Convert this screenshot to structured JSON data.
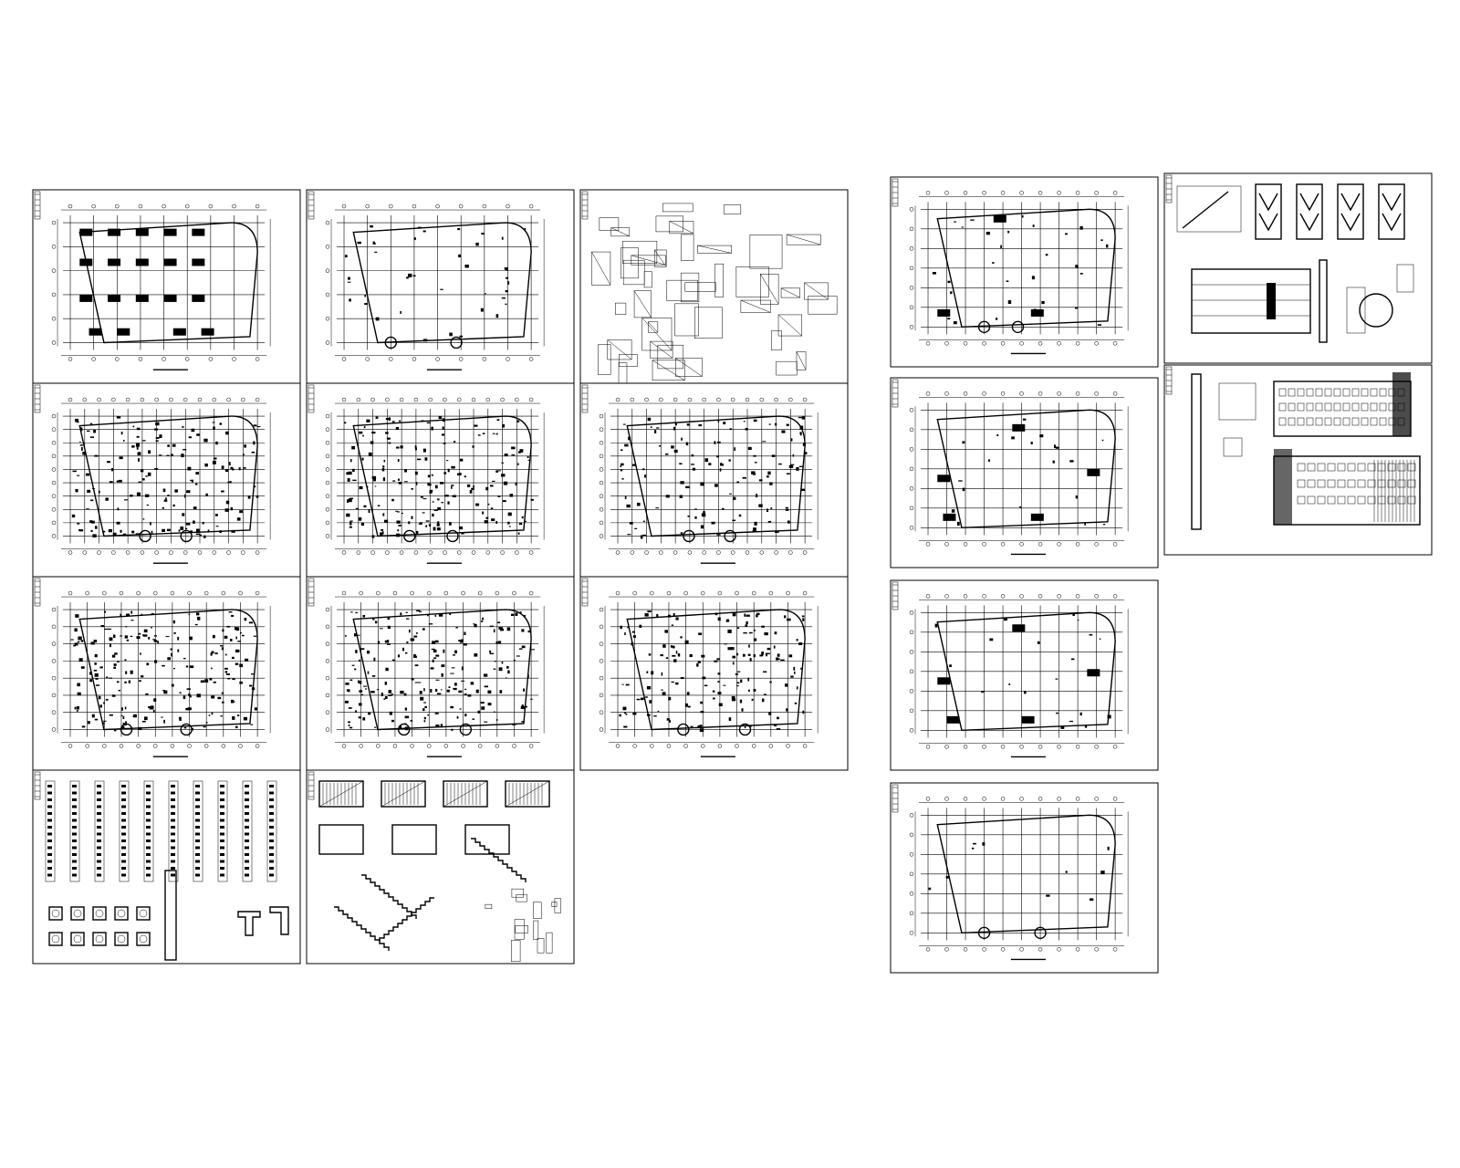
{
  "drawing_set": {
    "background": "#ffffff",
    "line_color": "#000000",
    "left_group": {
      "sheets": [
        {
          "kind": "foundation-plan"
        },
        {
          "kind": "beam-layout-plan"
        },
        {
          "kind": "detail-sheet"
        },
        {
          "kind": "slab-reinforcement-plan"
        },
        {
          "kind": "slab-reinforcement-plan"
        },
        {
          "kind": "slab-reinforcement-plan"
        },
        {
          "kind": "beam-reinforcement-plan"
        },
        {
          "kind": "beam-reinforcement-plan"
        },
        {
          "kind": "beam-reinforcement-plan"
        },
        {
          "kind": "column-schedule"
        },
        {
          "kind": "stair-details"
        }
      ]
    },
    "right_group": {
      "sheets": [
        {
          "kind": "floor-plan"
        },
        {
          "kind": "elevation-section"
        },
        {
          "kind": "floor-plan"
        },
        {
          "kind": "elevation"
        },
        {
          "kind": "floor-plan"
        },
        {
          "kind": "roof-plan"
        }
      ]
    }
  }
}
